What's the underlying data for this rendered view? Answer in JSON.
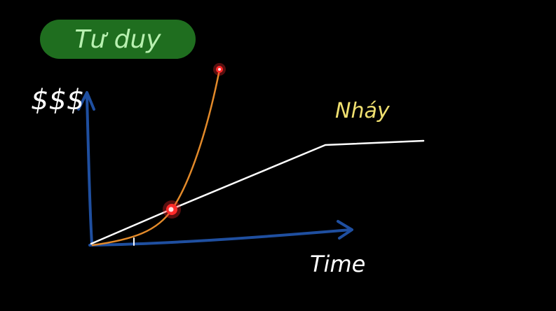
{
  "title": "Tư duy",
  "y_axis_label": "$$$",
  "x_axis_label": "Time",
  "line_label": "Nháy",
  "colors": {
    "background": "#000000",
    "title_pill": "#1f6e1f",
    "title_text": "#b8f0b0",
    "axis": "#1f4fa0",
    "white_line": "#ffffff",
    "orange_curve": "#e38a2a",
    "line_label": "#f0e070",
    "highlight": "#ff2a2a"
  }
}
